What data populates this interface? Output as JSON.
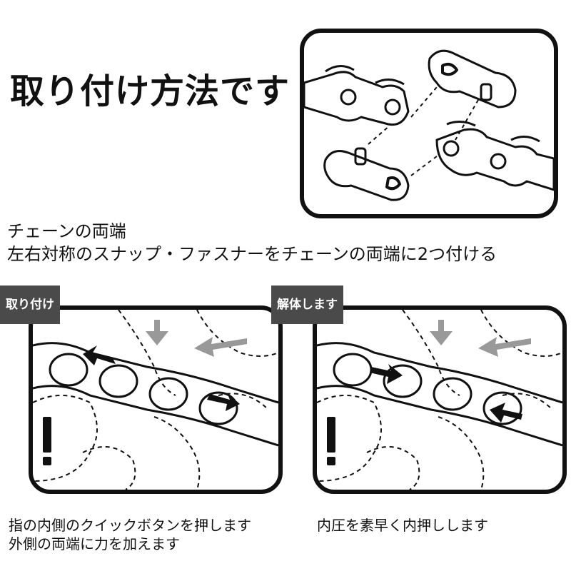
{
  "title": "取り付け方法です",
  "intro": {
    "line1": "チェーンの両端",
    "line2": "左右対称のスナップ・ファスナーをチェーンの両端に2つ付ける"
  },
  "panels": [
    {
      "tag": "取り付け",
      "caption_lines": [
        "指の内側のクイックボタンを押します",
        "外側の両端に力を加えます"
      ]
    },
    {
      "tag": "解体します",
      "caption_lines": [
        "内圧を素早く内押しします"
      ]
    }
  ],
  "colors": {
    "ink": "#111111",
    "tag_bg": "#4a4a4a",
    "arrow_gray": "#999999"
  }
}
